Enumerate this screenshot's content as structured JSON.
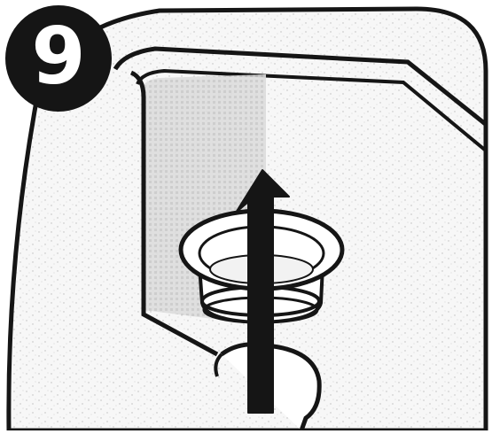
{
  "step": {
    "number": "9"
  },
  "illustration": {
    "subject": "sink-flange-inserted-upward-into-drain-opening",
    "arrow_direction": "up",
    "colors": {
      "ink": "#151515",
      "panel_fill": "#ffffff",
      "sink_fill": "#f7f7f7",
      "wall_shade": "#d6d6d6",
      "texture": "#bdbdbd"
    }
  }
}
